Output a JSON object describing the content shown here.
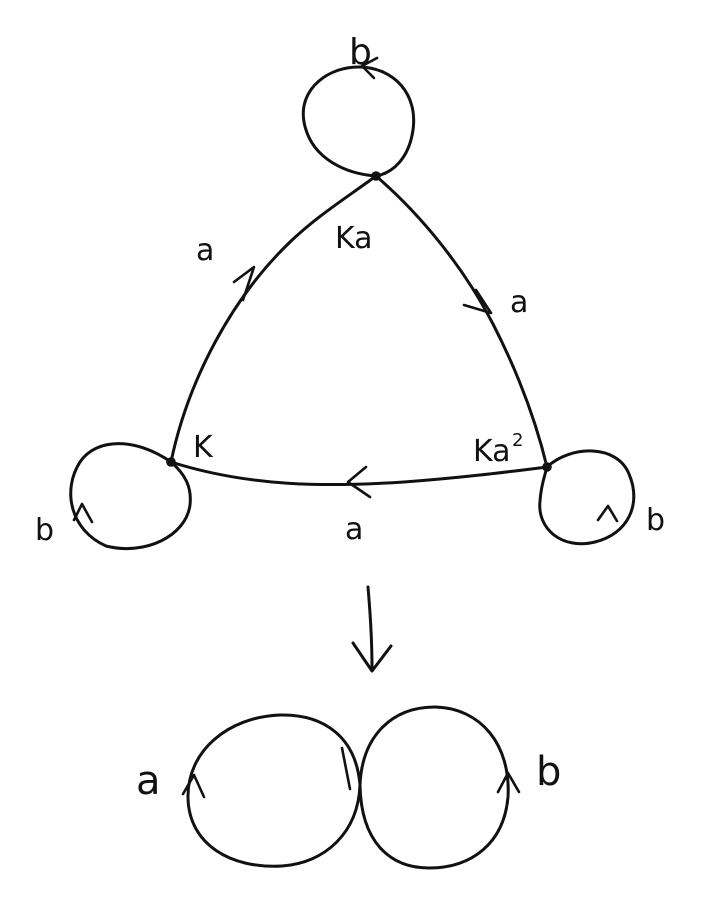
{
  "labels": {
    "top_loop": "b",
    "left_loop": "b",
    "right_loop": "b",
    "edge_left": "a",
    "edge_right": "a",
    "edge_bottom": "a",
    "vertex_top": "Ka",
    "vertex_left": "K",
    "vertex_right_base": "Ka",
    "vertex_right_exp": "2",
    "bottom_left_loop": "a",
    "bottom_right_loop": "b"
  }
}
